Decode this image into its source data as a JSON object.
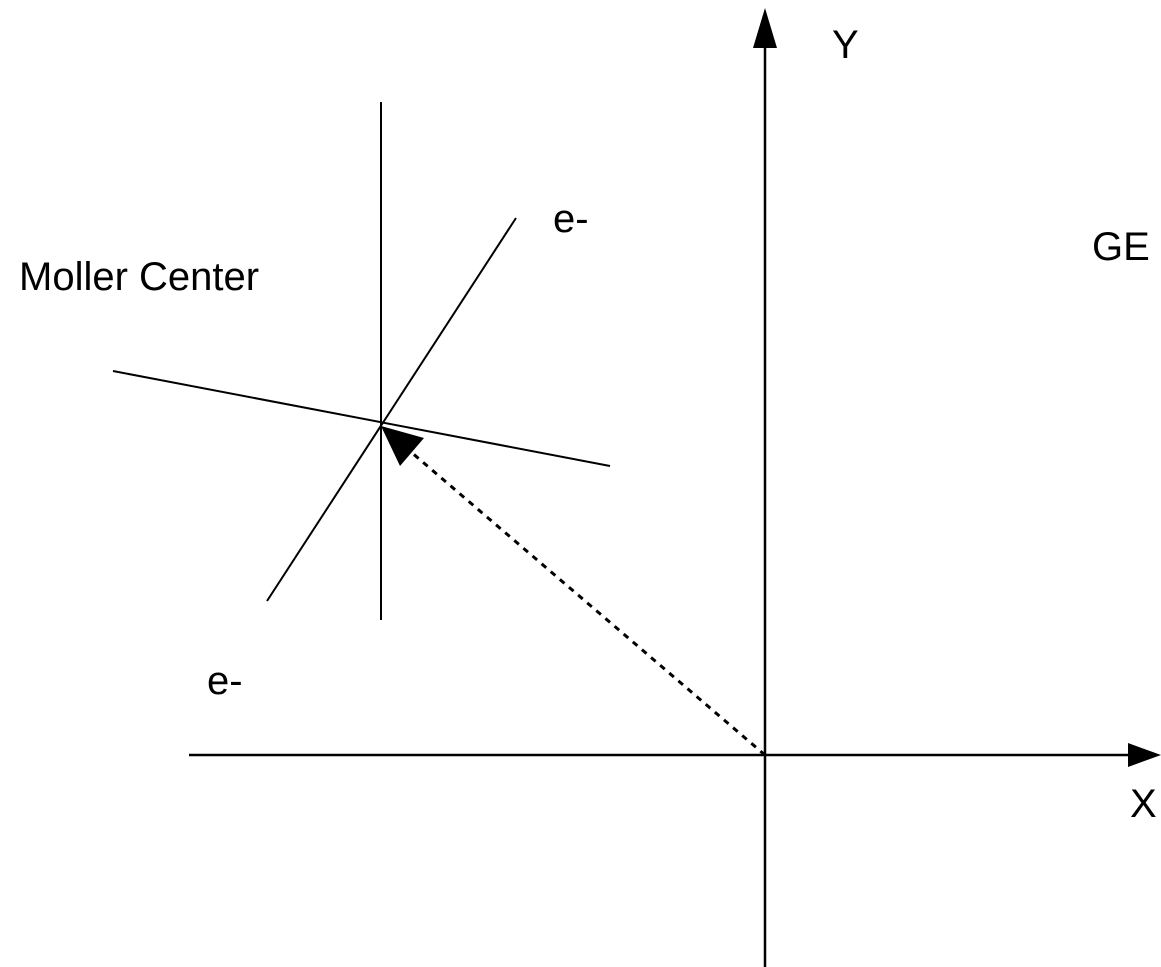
{
  "labels": {
    "y_axis": "Y",
    "x_axis": "X",
    "frame": "GE",
    "moller_center": "Moller Center",
    "electron_upper": "e-",
    "electron_lower": "e-"
  },
  "colors": {
    "line": "#000000",
    "background": "#ffffff"
  }
}
